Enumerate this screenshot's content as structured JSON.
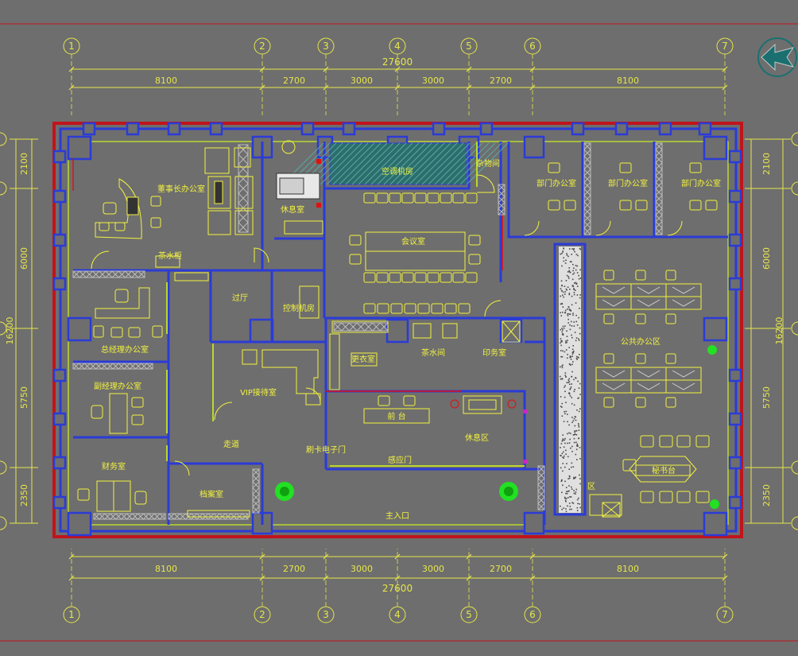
{
  "colors": {
    "background": "#6e6e6e",
    "wall": "#2b3bd6",
    "outer_wall": "#c0141c",
    "dimension": "#e6e64a",
    "furniture": "#f2f240",
    "window": "#b8d830",
    "plant": "#22e022"
  },
  "axes": [
    "1",
    "2",
    "3",
    "4",
    "5",
    "6",
    "7"
  ],
  "dims": {
    "total": "27600",
    "horizontal": [
      "8100",
      "2700",
      "3000",
      "3000",
      "2700",
      "8100"
    ],
    "vertical_total": "16200",
    "vertical": [
      "2100",
      "6000",
      "5750",
      "2350"
    ]
  },
  "rooms": {
    "chairman_office": "董事长办公室",
    "tea_cabinet": "茶水柜",
    "rest_room": "休息室",
    "ac_room": "空调机房",
    "storage": "杂物间",
    "dept_office_1": "部门办公室",
    "dept_office_2": "部门办公室",
    "dept_office_3": "部门办公室",
    "meeting_room": "会议室",
    "gm_office": "总经理办公室",
    "vice_gm_office": "副经理办公室",
    "finance": "财务室",
    "archive": "档案室",
    "corridor_hall": "过厅",
    "control_room": "控制机房",
    "vip_room": "VIP接待室",
    "changing_room": "更衣室",
    "pantry": "茶水间",
    "print_room": "印务室",
    "public_office": "公共办公区",
    "reception_desk": "前 台",
    "lounge": "休息区",
    "walkway": "走道",
    "card_door": "刷卡电子门",
    "sensor_door": "感应门",
    "main_entrance": "主入口",
    "secretary_desk": "秘书台",
    "area_mark": "区"
  }
}
